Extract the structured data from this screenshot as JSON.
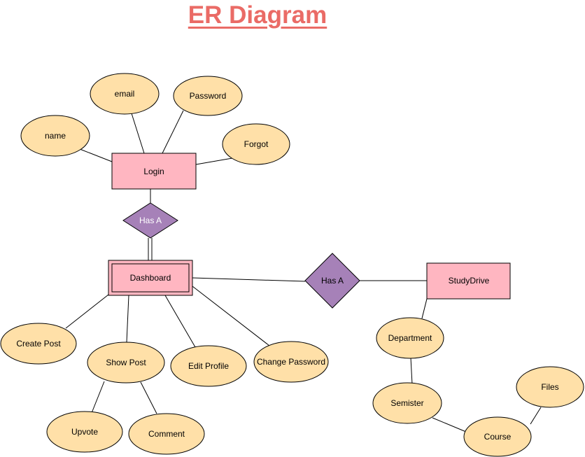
{
  "title": "ER Diagram",
  "colors": {
    "title": "#EA6B66",
    "entity_fill": "#FFB6C1",
    "attribute_fill": "#FFE0A8",
    "relationship_fill": "#A681B8",
    "stroke": "#000000",
    "relationship_text_light": "#FFFFFF",
    "text": "#000000"
  },
  "entities": {
    "login": "Login",
    "dashboard": "Dashboard",
    "studydrive": "StudyDrive"
  },
  "relationships": {
    "login_dashboard": "Has A",
    "dashboard_studydrive": "Has A"
  },
  "attributes": {
    "name": "name",
    "email": "email",
    "password": "Password",
    "forgot": "Forgot",
    "create_post": "Create Post",
    "show_post": "Show Post",
    "edit_profile": "Edit Profile",
    "change_password": "Change Password",
    "upvote": "Upvote",
    "comment": "Comment",
    "department": "Department",
    "semister": "Semister",
    "course": "Course",
    "files": "Files"
  }
}
